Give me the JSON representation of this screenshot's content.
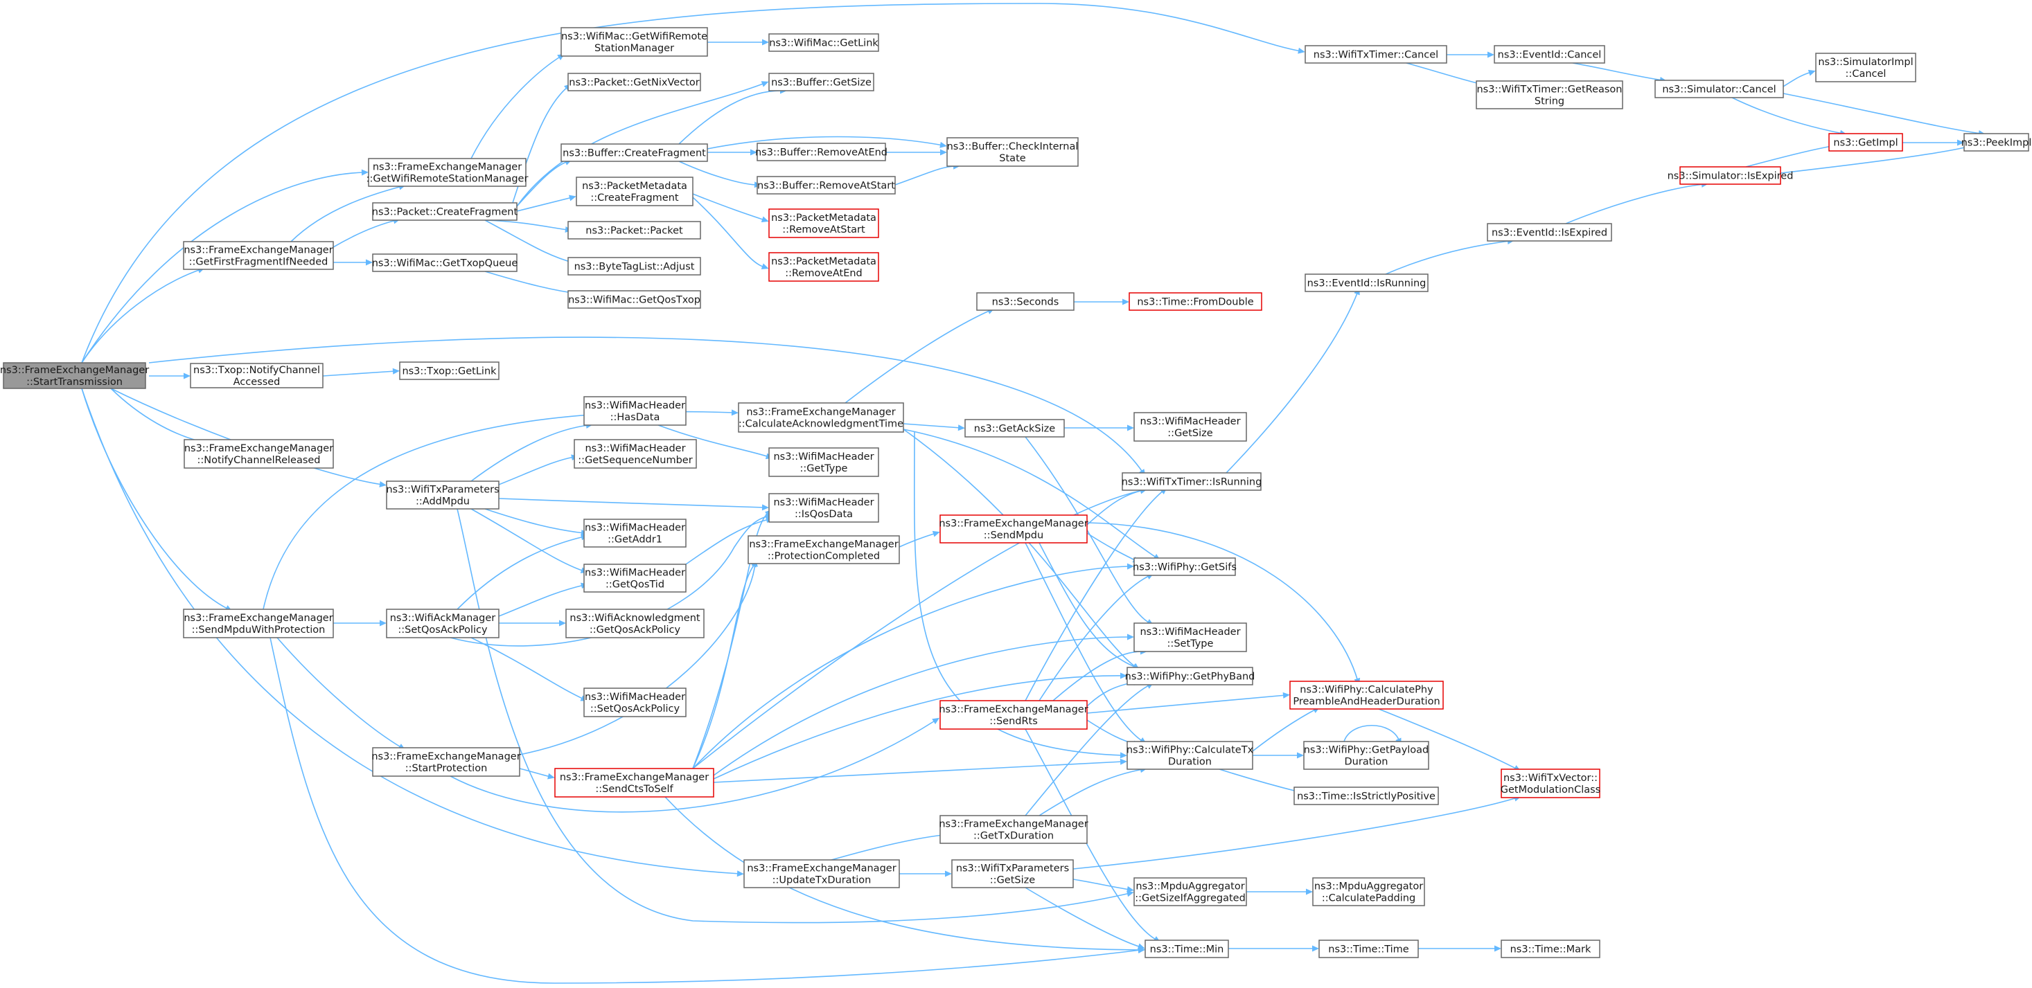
{
  "diagram": {
    "nodes": {
      "n0": {
        "lines": [
          "ns3::FrameExchangeManager",
          "::StartTransmission"
        ],
        "style": "root"
      },
      "n1": {
        "lines": [
          "ns3::WifiMac::GetWifiRemote",
          "StationManager"
        ]
      },
      "n2": {
        "lines": [
          "ns3::WifiMac::GetLink"
        ]
      },
      "n3": {
        "lines": [
          "ns3::Packet::GetNixVector"
        ]
      },
      "n4": {
        "lines": [
          "ns3::Buffer::GetSize"
        ]
      },
      "n5": {
        "lines": [
          "ns3::FrameExchangeManager",
          "::GetWifiRemoteStationManager"
        ]
      },
      "n6": {
        "lines": [
          "ns3::Buffer::CreateFragment"
        ]
      },
      "n7": {
        "lines": [
          "ns3::Buffer::RemoveAtEnd"
        ]
      },
      "n8": {
        "lines": [
          "ns3::Buffer::CheckInternal",
          "State"
        ]
      },
      "n9": {
        "lines": [
          "ns3::Buffer::RemoveAtStart"
        ]
      },
      "n10": {
        "lines": [
          "ns3::Packet::CreateFragment"
        ]
      },
      "n11": {
        "lines": [
          "ns3::PacketMetadata",
          "::CreateFragment"
        ]
      },
      "n12": {
        "lines": [
          "ns3::PacketMetadata",
          "::RemoveAtStart"
        ],
        "style": "red"
      },
      "n13": {
        "lines": [
          "ns3::Packet::Packet"
        ]
      },
      "n14": {
        "lines": [
          "ns3::FrameExchangeManager",
          "::GetFirstFragmentIfNeeded"
        ]
      },
      "n15": {
        "lines": [
          "ns3::ByteTagList::Adjust"
        ]
      },
      "n16": {
        "lines": [
          "ns3::WifiMac::GetTxopQueue"
        ]
      },
      "n17": {
        "lines": [
          "ns3::PacketMetadata",
          "::RemoveAtEnd"
        ],
        "style": "red"
      },
      "n18": {
        "lines": [
          "ns3::WifiMac::GetQosTxop"
        ]
      },
      "n19": {
        "lines": [
          "ns3::WifiTxTimer::Cancel"
        ]
      },
      "n20": {
        "lines": [
          "ns3::EventId::Cancel"
        ]
      },
      "n21": {
        "lines": [
          "ns3::WifiTxTimer::GetReason",
          "String"
        ]
      },
      "n22": {
        "lines": [
          "ns3::Simulator::Cancel"
        ]
      },
      "n23": {
        "lines": [
          "ns3::SimulatorImpl",
          "::Cancel"
        ]
      },
      "n24": {
        "lines": [
          "ns3::GetImpl"
        ],
        "style": "red"
      },
      "n25": {
        "lines": [
          "ns3::PeekImpl"
        ]
      },
      "n26": {
        "lines": [
          "ns3::Simulator::IsExpired"
        ],
        "style": "red"
      },
      "n27": {
        "lines": [
          "ns3::EventId::IsExpired"
        ]
      },
      "n28": {
        "lines": [
          "ns3::EventId::IsRunning"
        ]
      },
      "n29": {
        "lines": [
          "ns3::Seconds"
        ]
      },
      "n30": {
        "lines": [
          "ns3::Time::FromDouble"
        ],
        "style": "red"
      },
      "n31": {
        "lines": [
          "ns3::Txop::NotifyChannel",
          "Accessed"
        ]
      },
      "n32": {
        "lines": [
          "ns3::Txop::GetLink"
        ]
      },
      "n33": {
        "lines": [
          "ns3::WifiMacHeader",
          "::HasData"
        ]
      },
      "n34": {
        "lines": [
          "ns3::FrameExchangeManager",
          "::CalculateAcknowledgmentTime"
        ]
      },
      "n35": {
        "lines": [
          "ns3::GetAckSize"
        ]
      },
      "n36": {
        "lines": [
          "ns3::WifiMacHeader",
          "::GetSize"
        ]
      },
      "n37": {
        "lines": [
          "ns3::FrameExchangeManager",
          "::NotifyChannelReleased"
        ]
      },
      "n38": {
        "lines": [
          "ns3::WifiMacHeader",
          "::GetSequenceNumber"
        ]
      },
      "n39": {
        "lines": [
          "ns3::WifiMacHeader",
          "::GetType"
        ]
      },
      "n40": {
        "lines": [
          "ns3::WifiTxParameters",
          "::AddMpdu"
        ]
      },
      "n41": {
        "lines": [
          "ns3::WifiTxTimer::IsRunning"
        ]
      },
      "n42": {
        "lines": [
          "ns3::WifiMacHeader",
          "::IsQosData"
        ]
      },
      "n43": {
        "lines": [
          "ns3::FrameExchangeManager",
          "::SendMpdu"
        ],
        "style": "red"
      },
      "n44": {
        "lines": [
          "ns3::WifiMacHeader",
          "::GetAddr1"
        ]
      },
      "n45": {
        "lines": [
          "ns3::FrameExchangeManager",
          "::ProtectionCompleted"
        ]
      },
      "n46": {
        "lines": [
          "ns3::WifiPhy::GetSifs"
        ]
      },
      "n47": {
        "lines": [
          "ns3::WifiMacHeader",
          "::GetQosTid"
        ]
      },
      "n48": {
        "lines": [
          "ns3::FrameExchangeManager",
          "::SendMpduWithProtection"
        ]
      },
      "n49": {
        "lines": [
          "ns3::WifiAckManager",
          "::SetQosAckPolicy"
        ]
      },
      "n50": {
        "lines": [
          "ns3::WifiAcknowledgment",
          "::GetQosAckPolicy"
        ]
      },
      "n51": {
        "lines": [
          "ns3::WifiMacHeader",
          "::SetType"
        ]
      },
      "n52": {
        "lines": [
          "ns3::WifiPhy::GetPhyBand"
        ]
      },
      "n53": {
        "lines": [
          "ns3::WifiMacHeader",
          "::SetQosAckPolicy"
        ]
      },
      "n54": {
        "lines": [
          "ns3::FrameExchangeManager",
          "::SendRts"
        ],
        "style": "red"
      },
      "n55": {
        "lines": [
          "ns3::WifiPhy::CalculatePhy",
          "PreambleAndHeaderDuration"
        ],
        "style": "red"
      },
      "n56": {
        "lines": [
          "ns3::WifiPhy::GetPayload",
          "Duration"
        ]
      },
      "n57": {
        "lines": [
          "ns3::FrameExchangeManager",
          "::StartProtection"
        ]
      },
      "n58": {
        "lines": [
          "ns3::FrameExchangeManager",
          "::SendCtsToSelf"
        ],
        "style": "red"
      },
      "n59": {
        "lines": [
          "ns3::WifiPhy::CalculateTx",
          "Duration"
        ]
      },
      "n60": {
        "lines": [
          "ns3::WifiTxVector::",
          "GetModulationClass"
        ],
        "style": "red"
      },
      "n61": {
        "lines": [
          "ns3::Time::IsStrictlyPositive"
        ]
      },
      "n62": {
        "lines": [
          "ns3::FrameExchangeManager",
          "::GetTxDuration"
        ]
      },
      "n63": {
        "lines": [
          "ns3::FrameExchangeManager",
          "::UpdateTxDuration"
        ]
      },
      "n64": {
        "lines": [
          "ns3::WifiTxParameters",
          "::GetSize"
        ]
      },
      "n65": {
        "lines": [
          "ns3::MpduAggregator",
          "::GetSizeIfAggregated"
        ]
      },
      "n66": {
        "lines": [
          "ns3::MpduAggregator",
          "::CalculatePadding"
        ]
      },
      "n67": {
        "lines": [
          "ns3::Time::Min"
        ]
      },
      "n68": {
        "lines": [
          "ns3::Time::Time"
        ]
      },
      "n69": {
        "lines": [
          "ns3::Time::Mark"
        ]
      }
    },
    "edges": [
      [
        "n0",
        "n19"
      ],
      [
        "n0",
        "n5"
      ],
      [
        "n0",
        "n14"
      ],
      [
        "n0",
        "n31"
      ],
      [
        "n0",
        "n37"
      ],
      [
        "n0",
        "n40"
      ],
      [
        "n0",
        "n48"
      ],
      [
        "n0",
        "n41"
      ],
      [
        "n0",
        "n63"
      ],
      [
        "n5",
        "n1"
      ],
      [
        "n1",
        "n2"
      ],
      [
        "n14",
        "n5"
      ],
      [
        "n14",
        "n10"
      ],
      [
        "n14",
        "n16"
      ],
      [
        "n10",
        "n3"
      ],
      [
        "n10",
        "n4"
      ],
      [
        "n10",
        "n6"
      ],
      [
        "n10",
        "n11"
      ],
      [
        "n10",
        "n13"
      ],
      [
        "n10",
        "n15"
      ],
      [
        "n6",
        "n4"
      ],
      [
        "n6",
        "n7"
      ],
      [
        "n6",
        "n8"
      ],
      [
        "n6",
        "n9"
      ],
      [
        "n7",
        "n8"
      ],
      [
        "n9",
        "n8"
      ],
      [
        "n11",
        "n12"
      ],
      [
        "n11",
        "n17"
      ],
      [
        "n16",
        "n18"
      ],
      [
        "n19",
        "n20"
      ],
      [
        "n19",
        "n21"
      ],
      [
        "n20",
        "n22"
      ],
      [
        "n22",
        "n23"
      ],
      [
        "n22",
        "n24"
      ],
      [
        "n22",
        "n25"
      ],
      [
        "n24",
        "n25"
      ],
      [
        "n26",
        "n24"
      ],
      [
        "n26",
        "n25"
      ],
      [
        "n27",
        "n26"
      ],
      [
        "n28",
        "n27"
      ],
      [
        "n41",
        "n28"
      ],
      [
        "n29",
        "n30"
      ],
      [
        "n31",
        "n32"
      ],
      [
        "n40",
        "n33"
      ],
      [
        "n40",
        "n38"
      ],
      [
        "n40",
        "n42"
      ],
      [
        "n40",
        "n44"
      ],
      [
        "n40",
        "n47"
      ],
      [
        "n40",
        "n65"
      ],
      [
        "n33",
        "n39"
      ],
      [
        "n48",
        "n34"
      ],
      [
        "n48",
        "n49"
      ],
      [
        "n48",
        "n57"
      ],
      [
        "n48",
        "n67"
      ],
      [
        "n34",
        "n29"
      ],
      [
        "n34",
        "n35"
      ],
      [
        "n34",
        "n46"
      ],
      [
        "n34",
        "n52"
      ],
      [
        "n34",
        "n59"
      ],
      [
        "n35",
        "n36"
      ],
      [
        "n35",
        "n51"
      ],
      [
        "n49",
        "n44"
      ],
      [
        "n49",
        "n47"
      ],
      [
        "n49",
        "n50"
      ],
      [
        "n49",
        "n53"
      ],
      [
        "n49",
        "n42"
      ],
      [
        "n47",
        "n42"
      ],
      [
        "n57",
        "n58"
      ],
      [
        "n57",
        "n54"
      ],
      [
        "n57",
        "n45"
      ],
      [
        "n45",
        "n43"
      ],
      [
        "n43",
        "n41"
      ],
      [
        "n43",
        "n46"
      ],
      [
        "n43",
        "n52"
      ],
      [
        "n43",
        "n55"
      ],
      [
        "n43",
        "n59"
      ],
      [
        "n54",
        "n41"
      ],
      [
        "n54",
        "n46"
      ],
      [
        "n54",
        "n51"
      ],
      [
        "n54",
        "n52"
      ],
      [
        "n54",
        "n55"
      ],
      [
        "n54",
        "n59"
      ],
      [
        "n54",
        "n67"
      ],
      [
        "n58",
        "n41"
      ],
      [
        "n58",
        "n46"
      ],
      [
        "n58",
        "n51"
      ],
      [
        "n58",
        "n52"
      ],
      [
        "n58",
        "n59"
      ],
      [
        "n58",
        "n42"
      ],
      [
        "n58",
        "n45"
      ],
      [
        "n58",
        "n67"
      ],
      [
        "n59",
        "n55"
      ],
      [
        "n59",
        "n56"
      ],
      [
        "n59",
        "n61"
      ],
      [
        "n56",
        "n56"
      ],
      [
        "n55",
        "n60"
      ],
      [
        "n62",
        "n59"
      ],
      [
        "n62",
        "n52"
      ],
      [
        "n63",
        "n62"
      ],
      [
        "n63",
        "n64"
      ],
      [
        "n64",
        "n60"
      ],
      [
        "n64",
        "n65"
      ],
      [
        "n64",
        "n67"
      ],
      [
        "n65",
        "n66"
      ],
      [
        "n67",
        "n68"
      ],
      [
        "n68",
        "n69"
      ]
    ]
  }
}
